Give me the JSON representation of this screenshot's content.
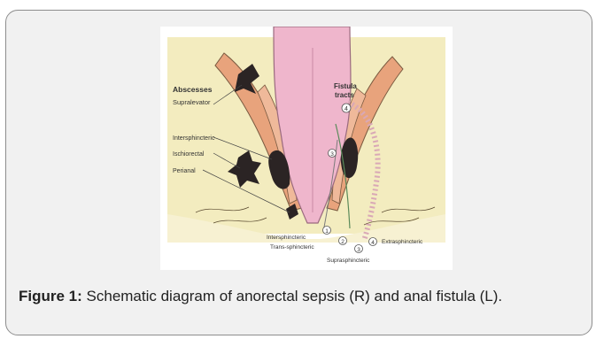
{
  "figure": {
    "caption_label": "Figure 1:",
    "caption_text": " Schematic diagram of anorectal sepsis (R) and anal fistula (L).",
    "diagram": {
      "abscesses_heading": "Abscesses",
      "abscess_labels": {
        "supralevator": "Supralevator",
        "intersphincteric": "Intersphincteric",
        "ischiorectal": "Ischiorectal",
        "perianal": "Perianal"
      },
      "fistula_heading_1": "Fistula",
      "fistula_heading_2": "tracts",
      "fistula_labels": {
        "intersphincteric": "Intersphincteric",
        "trans_sphincteric": "Trans-sphincteric",
        "suprasphincteric": "Suprasphincteric",
        "extrasphincteric": "Extrasphincteric"
      },
      "markers": {
        "m1": "1",
        "m2": "2",
        "m3": "3",
        "m4": "4"
      }
    }
  },
  "colors": {
    "card_background": "#f1f1f1",
    "card_border": "#8d8d8d",
    "skin": "#f3ecbf",
    "rectum": "#efb6cc",
    "muscle": "#e8a37c",
    "abscess": "#2b2424"
  }
}
